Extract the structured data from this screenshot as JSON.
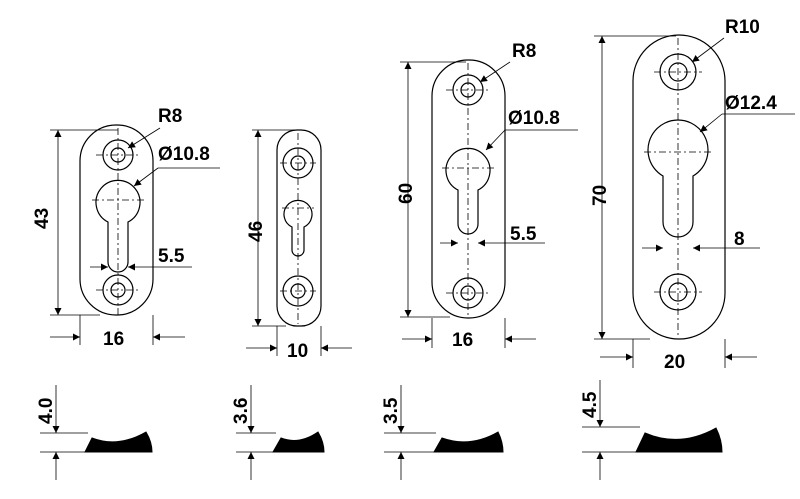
{
  "views": [
    {
      "id": "a",
      "radius": "R8",
      "diameter": "Ø10.8",
      "slot": "5.5",
      "height": "43",
      "width": "16",
      "thickness": "4.0"
    },
    {
      "id": "b",
      "height": "46",
      "width": "10",
      "thickness": "3.6"
    },
    {
      "id": "c",
      "radius": "R8",
      "diameter": "Ø10.8",
      "slot": "5.5",
      "height": "60",
      "width": "16",
      "thickness": "3.5"
    },
    {
      "id": "d",
      "radius": "R10",
      "diameter": "Ø12.4",
      "slot": "8",
      "height": "70",
      "width": "20",
      "thickness": "4.5"
    }
  ]
}
